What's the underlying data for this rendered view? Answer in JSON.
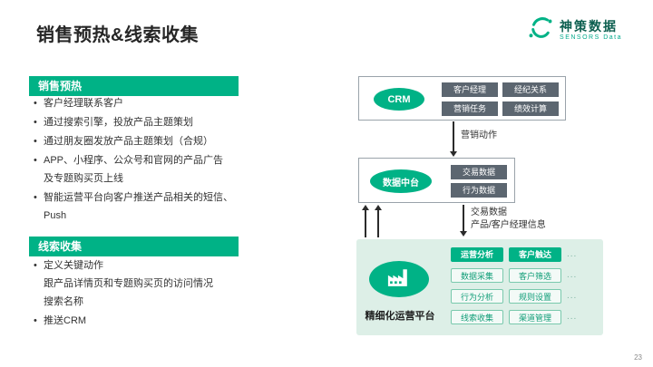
{
  "title": "销售预热&线索收集",
  "logo": {
    "name": "神策数据",
    "subtitle": "SENSORS Data"
  },
  "sections": {
    "warmup": {
      "title": "销售预热",
      "items": [
        "客户经理联系客户",
        "通过搜索引擎，投放产品主题策划",
        "通过朋友圈发放产品主题策划（合规）",
        "APP、小程序、公众号和官网的产品广告\n及专题购买页上线",
        "智能运营平台向客户推送产品相关的短信、\nPush"
      ]
    },
    "leads": {
      "title": "线索收集",
      "items": [
        "定义关键动作\n跟产品详情页和专题购买页的访问情况\n搜索名称",
        "推送CRM"
      ]
    }
  },
  "diagram": {
    "crm": {
      "label": "CRM",
      "modules": [
        "客户经理",
        "经纪关系",
        "营销任务",
        "绩效计算"
      ]
    },
    "marketing_action_label": "营销动作",
    "data_hub": {
      "label": "数据中台",
      "modules": [
        "交易数据",
        "行为数据"
      ]
    },
    "down_arrow_label": "交易数据\n产品/客户经理信息",
    "platform": {
      "label": "精细化运营平台",
      "buttons": {
        "row1": [
          "运营分析",
          "客户触达"
        ],
        "row2": [
          "数据采集",
          "客户筛选"
        ],
        "row3": [
          "行为分析",
          "规则设置"
        ],
        "row4": [
          "线索收集",
          "渠道管理"
        ]
      },
      "more": "..."
    }
  },
  "page_number": "23"
}
